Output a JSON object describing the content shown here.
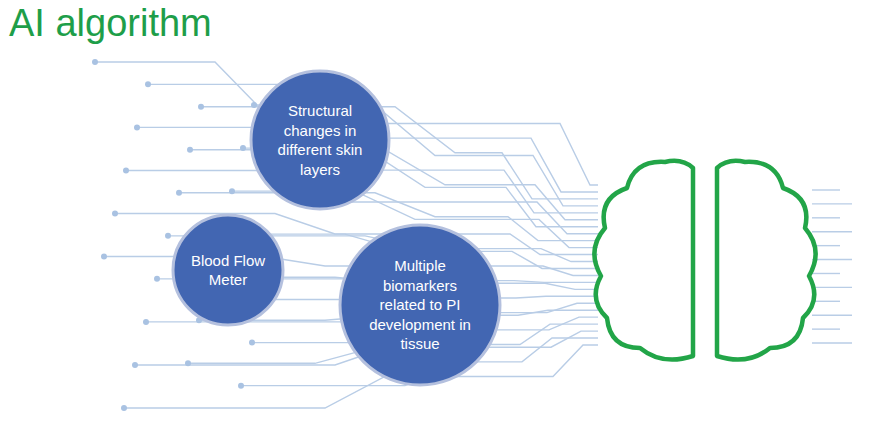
{
  "diagram": {
    "title": "AI algorithm",
    "nodes": [
      {
        "text": [
          "Structural changes in different skin layers"
        ]
      },
      {
        "text": [
          "Blood Flow Meter"
        ]
      },
      {
        "text": [
          "Multiple biomarkers related to PI development in tissue"
        ]
      }
    ]
  }
}
